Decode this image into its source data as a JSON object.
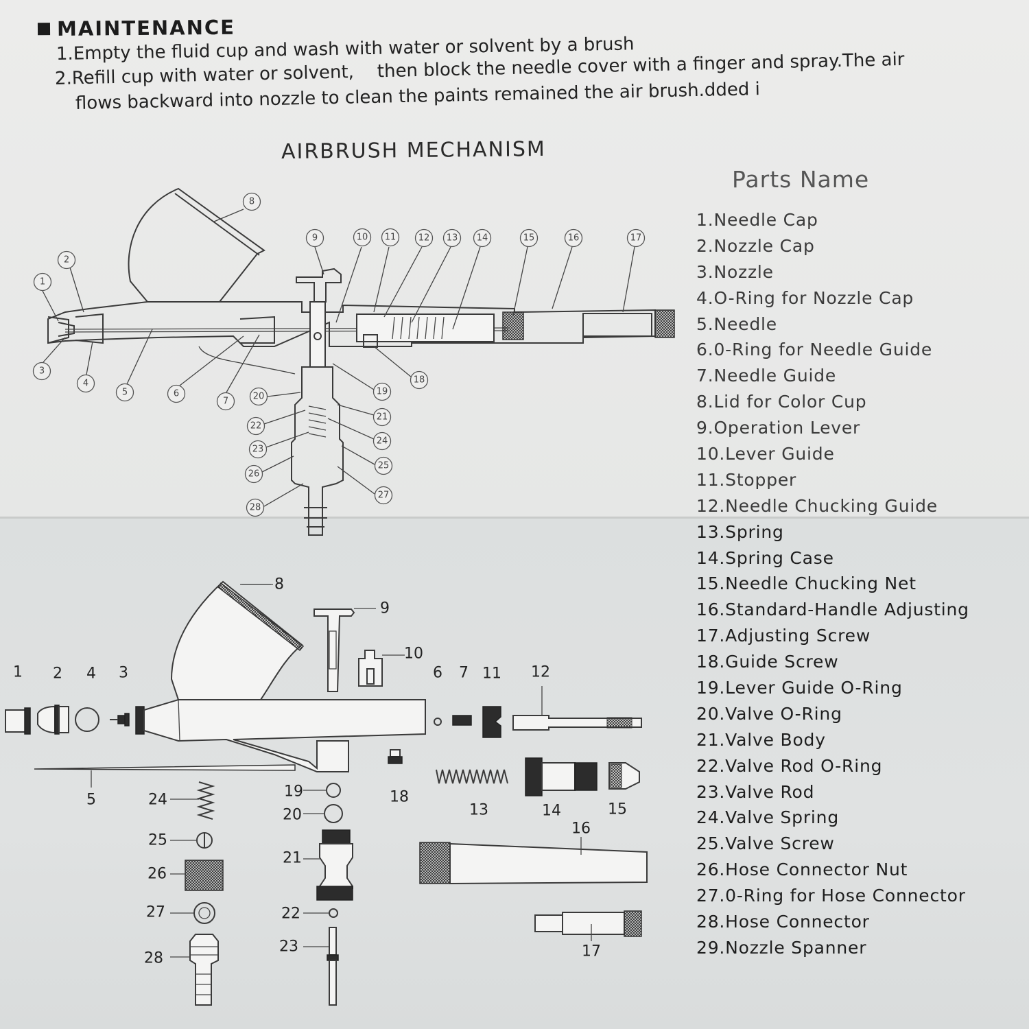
{
  "maintenance": {
    "title": "MAINTENANCE",
    "line1": "1.Empty the fluid cup and wash with water or solvent by a brush",
    "line2a": "2.Refill cup with water or solvent,",
    "line2b": "then block the needle cover with a finger and spray.The air",
    "line3": "flows backward into nozzle to clean the paints remained the air brush.dded i"
  },
  "mechanism_title": "AIRBRUSH MECHANISM",
  "parts_title": "Parts Name",
  "parts": [
    "1.Needle Cap",
    "2.Nozzle Cap",
    "3.Nozzle",
    "4.O-Ring for Nozzle Cap",
    "5.Needle",
    "6.0-Ring for Needle Guide",
    "7.Needle Guide",
    "8.Lid for Color Cup",
    "9.Operation Lever",
    "10.Lever Guide",
    "11.Stopper",
    "12.Needle Chucking Guide",
    "13.Spring",
    "14.Spring Case",
    "15.Needle Chucking Net",
    "16.Standard-Handle Adjusting",
    "17.Adjusting Screw",
    "18.Guide Screw",
    "19.Lever Guide O-Ring",
    "20.Valve O-Ring",
    "21.Valve Body",
    "22.Valve Rod O-Ring",
    "23.Valve Rod",
    "24.Valve Spring",
    "25.Valve Screw",
    "26.Hose Connector Nut",
    "27.0-Ring for Hose Connector",
    "28.Hose Connector",
    "29.Nozzle Spanner"
  ],
  "callouts": [
    "1",
    "2",
    "3",
    "4",
    "5",
    "6",
    "7",
    "8",
    "9",
    "10",
    "11",
    "12",
    "13",
    "14",
    "15",
    "16",
    "17",
    "18",
    "19",
    "20",
    "21",
    "22",
    "23",
    "24",
    "25",
    "26",
    "27",
    "28"
  ],
  "exploded_labels": [
    "1",
    "2",
    "4",
    "3",
    "8",
    "9",
    "10",
    "6",
    "7",
    "11",
    "12",
    "5",
    "18",
    "13",
    "14",
    "15",
    "24",
    "25",
    "26",
    "27",
    "28",
    "19",
    "20",
    "21",
    "22",
    "23",
    "16",
    "17"
  ]
}
